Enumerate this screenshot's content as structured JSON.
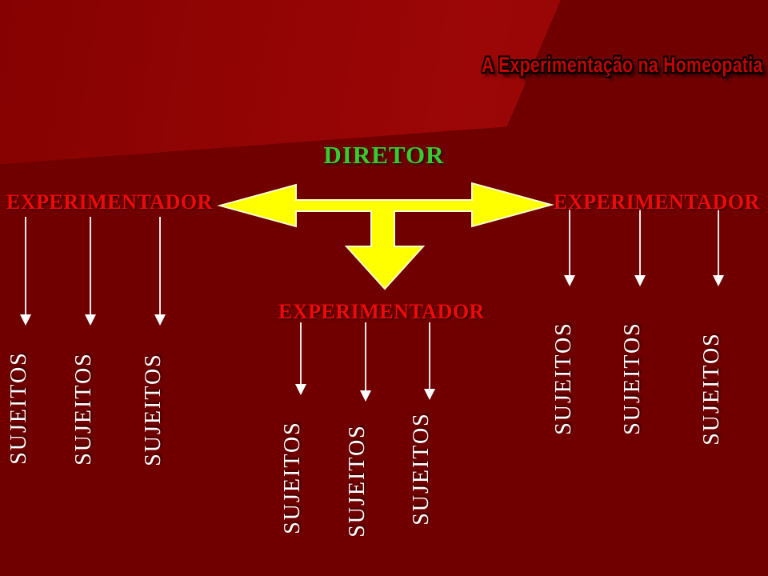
{
  "slide": {
    "title": "A Experimentação na Homeopatia"
  },
  "diagram": {
    "root": "DIRETOR",
    "branches": [
      {
        "position": "left",
        "label": "EXPERIMENTADOR",
        "subjects": [
          "SUJEITOS",
          "SUJEITOS",
          "SUJEITOS"
        ]
      },
      {
        "position": "center",
        "label": "EXPERIMENTADOR",
        "subjects": [
          "SUJEITOS",
          "SUJEITOS",
          "SUJEITOS"
        ]
      },
      {
        "position": "right",
        "label": "EXPERIMENTADOR",
        "subjects": [
          "SUJEITOS",
          "SUJEITOS",
          "SUJEITOS"
        ]
      }
    ]
  },
  "colors": {
    "bg_dark": "#700000",
    "bg_light": "#9c0606",
    "title_red": "#c80000",
    "director_green": "#33cc33",
    "experimenter_red": "#ee0a0a",
    "subject_white": "#ffffff",
    "arrow_yellow": "#ffff00",
    "arrow_outline": "#ffffcc",
    "arrow_white": "#ffffff"
  }
}
